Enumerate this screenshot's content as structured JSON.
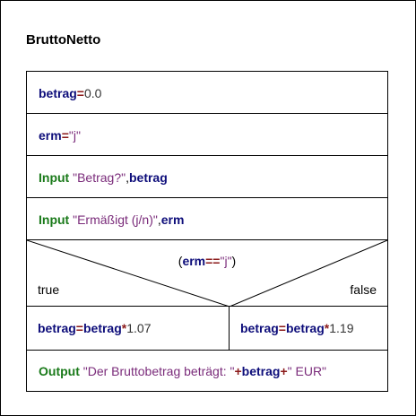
{
  "diagram": {
    "title": "BruttoNetto",
    "statements": [
      {
        "var": "betrag",
        "op": "=",
        "value": "0.0"
      },
      {
        "var": "erm",
        "op": "=",
        "q1": "\"",
        "str": "j",
        "q2": "\""
      },
      {
        "keyword": "Input",
        "prompt": "\"Betrag?\"",
        "comma": ",",
        "var": "betrag"
      },
      {
        "keyword": "Input",
        "prompt": "\"Ermäßigt (j/n)\"",
        "comma": ",",
        "var": "erm"
      }
    ],
    "condition": {
      "open": "(",
      "var": "erm",
      "op": "==",
      "str": "\"j\"",
      "close": ")",
      "true_label": "true",
      "false_label": "false"
    },
    "branch_true": {
      "target": "betrag",
      "op1": "=",
      "source": "betrag",
      "op2": "*",
      "num": "1.07"
    },
    "branch_false": {
      "target": "betrag",
      "op1": "=",
      "source": "betrag",
      "op2": "*",
      "num": "1.19"
    },
    "output": {
      "keyword": "Output",
      "str1": "\"Der Bruttobetrag beträgt: \"",
      "op1": "+",
      "var": "betrag",
      "op2": "+",
      "str2": "\" EUR\""
    }
  }
}
